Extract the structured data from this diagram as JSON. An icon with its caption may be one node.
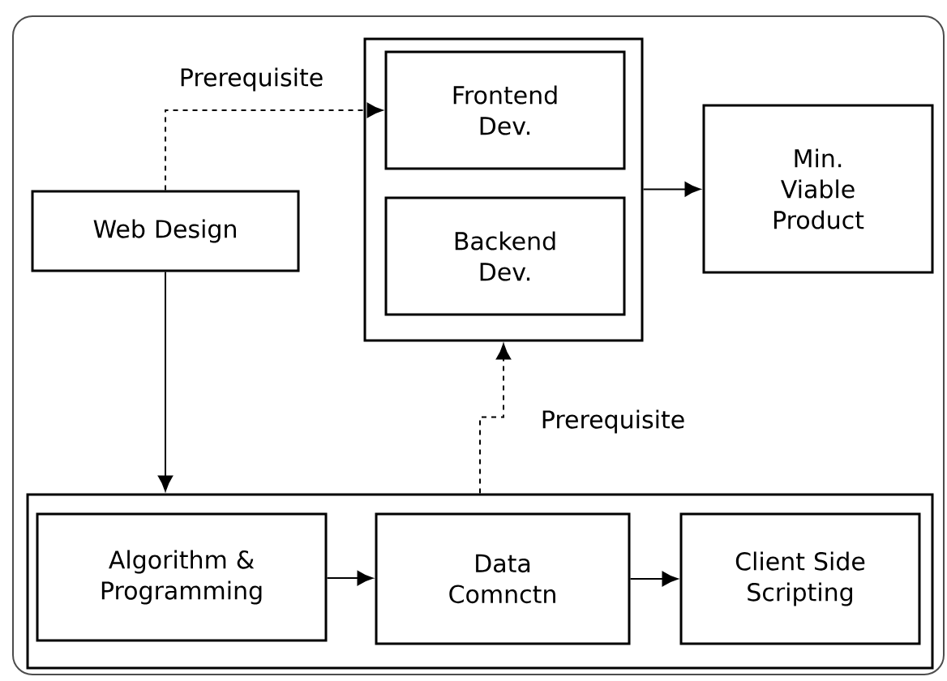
{
  "diagram": {
    "nodes": [
      {
        "text": [
          "Web Design"
        ]
      },
      {
        "text": [],
        "shape": "box"
      },
      {
        "text": [
          "Frontend Dev."
        ],
        "in": 1
      },
      {
        "text": [
          "Backend Dev."
        ],
        "in": 1
      },
      {
        "text": [
          "Min. Viable Product"
        ]
      },
      {
        "text": [],
        "shape": "box"
      },
      {
        "text": [
          "Algorithm & Programming"
        ],
        "in": 5
      },
      {
        "text": [
          "Data Comnctn"
        ],
        "in": 5
      },
      {
        "text": [
          "Client Side Scripting"
        ],
        "in": 5
      }
    ],
    "edges": [
      {
        "from": 0,
        "to": 2,
        "arrow": "to",
        "style": "dashed",
        "label": "Prerequisite"
      },
      {
        "from": 0,
        "to": 5,
        "arrow": "to"
      },
      {
        "from": 1,
        "to": 4,
        "arrow": "to"
      },
      {
        "from": 5,
        "to": 1,
        "arrow": "to",
        "style": "dashed",
        "label": "Prerequisite"
      },
      {
        "from": 6,
        "to": 7,
        "arrow": "to"
      },
      {
        "from": 7,
        "to": 8,
        "arrow": "to"
      }
    ]
  }
}
